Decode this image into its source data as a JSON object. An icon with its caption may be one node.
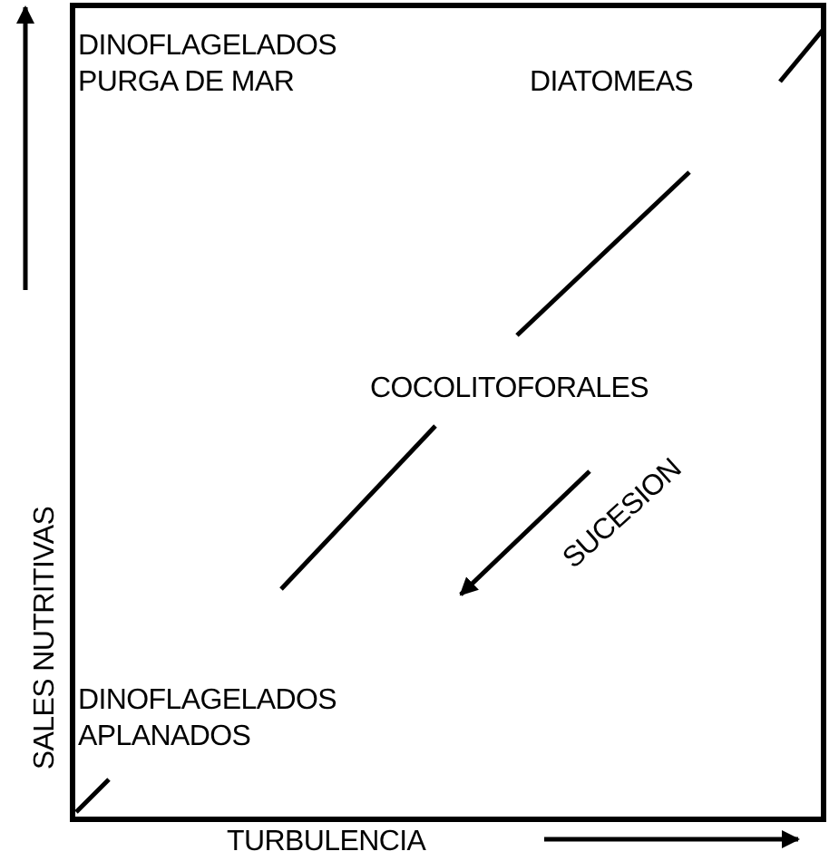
{
  "diagram": {
    "nodes": [
      {
        "text": [
          "DINOFLAGELADOS PURGA DE MAR"
        ]
      },
      {
        "text": [
          "DIATOMEAS"
        ]
      },
      {
        "text": [
          "COCOLITOFORALES"
        ]
      },
      {
        "text": [
          "DINOFLAGELADOS APLANADOS"
        ]
      }
    ],
    "labels": [
      "SUCESION",
      "SALES NUTRITIVAS",
      "TURBULENCIA"
    ]
  }
}
